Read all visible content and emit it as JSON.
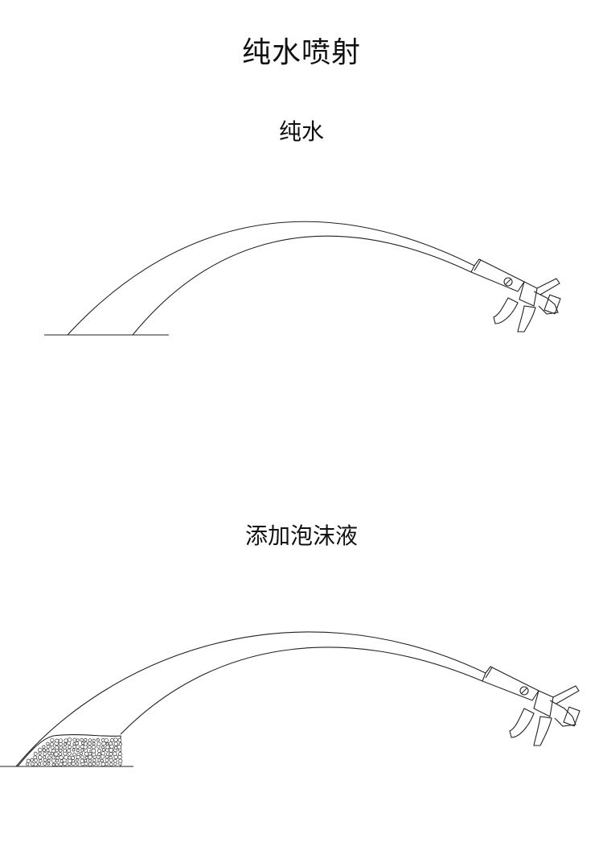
{
  "page": {
    "title": "纯水喷射"
  },
  "sections": [
    {
      "label": "纯水",
      "foam": false
    },
    {
      "label": "添加泡沫液",
      "foam": true
    }
  ]
}
